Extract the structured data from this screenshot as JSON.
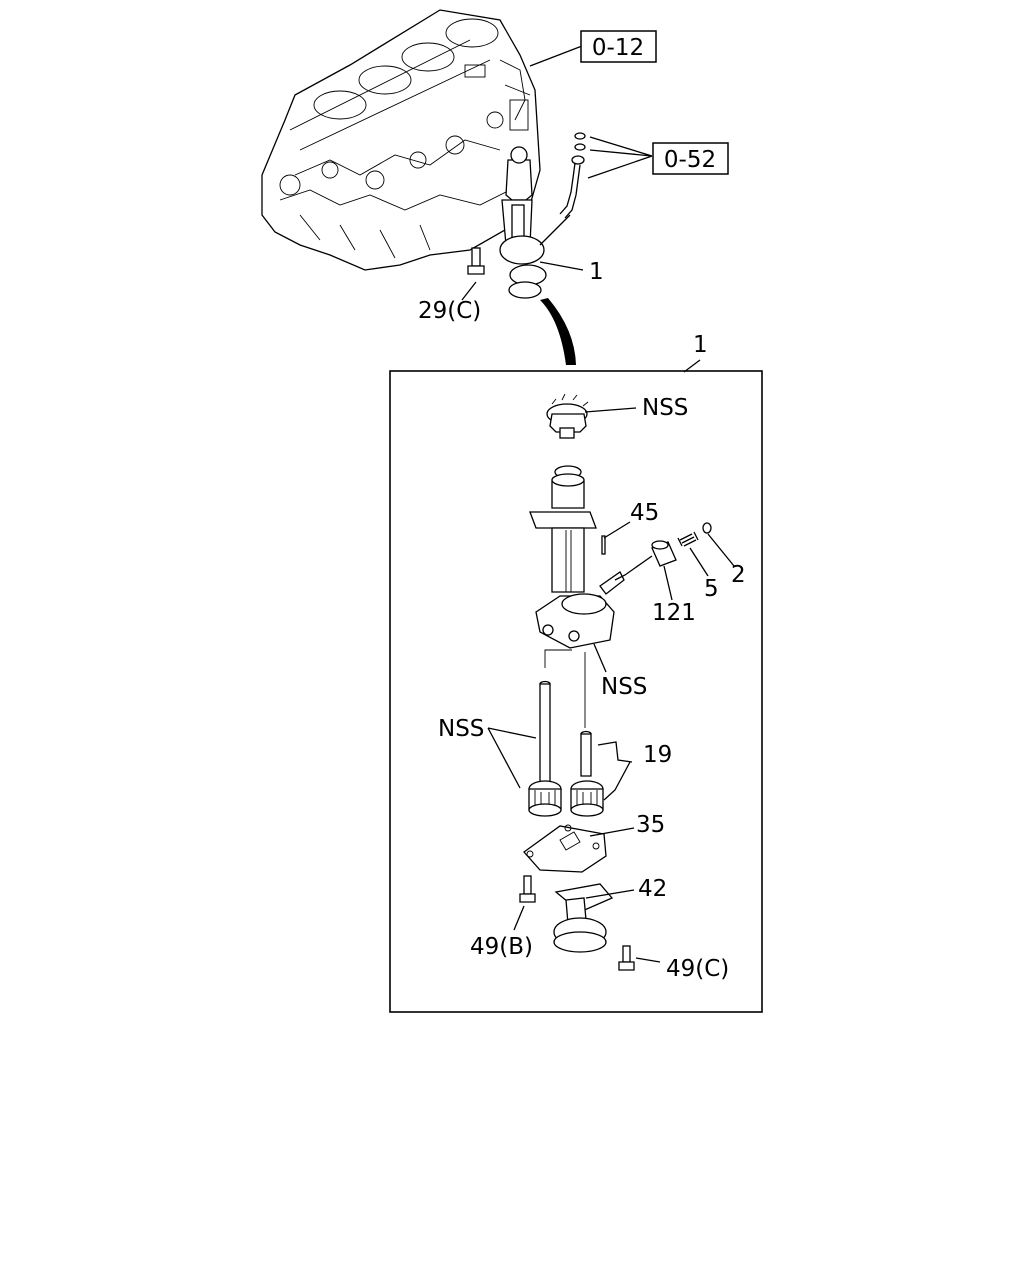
{
  "callouts": {
    "ref_block": "0-12",
    "ref_hoses": "0-52",
    "main_assembly": "1",
    "bolt_main": "29(C)",
    "detail_assembly": "1",
    "gear_top": "NSS",
    "pin": "45",
    "washer": "2",
    "spring": "5",
    "valve": "121",
    "body": "NSS",
    "gears": "NSS",
    "shaft_gear": "19",
    "cover": "35",
    "strainer": "42",
    "bolt_cover": "49(B)",
    "bolt_strainer": "49(C)"
  }
}
